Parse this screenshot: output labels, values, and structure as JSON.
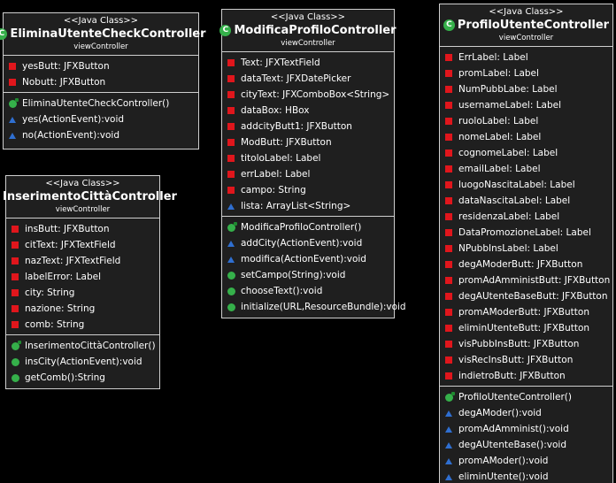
{
  "classes": [
    {
      "stereotype": "<<Java Class>>",
      "class_icon": "C",
      "name": "EliminaUtenteCheckController",
      "package": "viewController",
      "attributes": [
        {
          "text": "yesButt: JFXButton",
          "visibility": "private"
        },
        {
          "text": "Nobutt: JFXButton",
          "visibility": "private"
        }
      ],
      "operations": [
        {
          "text": "EliminaUtenteCheckController()",
          "visibility": "constructor"
        },
        {
          "text": "yes(ActionEvent):void",
          "visibility": "package"
        },
        {
          "text": "no(ActionEvent):void",
          "visibility": "package"
        }
      ]
    },
    {
      "stereotype": "<<Java Class>>",
      "class_icon": "C",
      "name": "InserimentoCittàController",
      "package": "viewController",
      "attributes": [
        {
          "text": "insButt: JFXButton",
          "visibility": "private"
        },
        {
          "text": "citText: JFXTextField",
          "visibility": "private"
        },
        {
          "text": "nazText: JFXTextField",
          "visibility": "private"
        },
        {
          "text": "labelError: Label",
          "visibility": "private"
        },
        {
          "text": "city: String",
          "visibility": "private"
        },
        {
          "text": "nazione: String",
          "visibility": "private"
        },
        {
          "text": "comb: String",
          "visibility": "private"
        }
      ],
      "operations": [
        {
          "text": "InserimentoCittàController()",
          "visibility": "constructor"
        },
        {
          "text": "insCity(ActionEvent):void",
          "visibility": "public"
        },
        {
          "text": "getComb():String",
          "visibility": "public"
        }
      ]
    },
    {
      "stereotype": "<<Java Class>>",
      "class_icon": "C",
      "name": "ModificaProfiloController",
      "package": "viewController",
      "attributes": [
        {
          "text": "Text: JFXTextField",
          "visibility": "private"
        },
        {
          "text": "dataText: JFXDatePicker",
          "visibility": "private"
        },
        {
          "text": "cityText: JFXComboBox<String>",
          "visibility": "private"
        },
        {
          "text": "dataBox: HBox",
          "visibility": "private"
        },
        {
          "text": "addcityButt1: JFXButton",
          "visibility": "private"
        },
        {
          "text": "ModButt: JFXButton",
          "visibility": "private"
        },
        {
          "text": "titoloLabel: Label",
          "visibility": "private"
        },
        {
          "text": "errLabel: Label",
          "visibility": "private"
        },
        {
          "text": "campo: String",
          "visibility": "private"
        },
        {
          "text": "lista: ArrayList<String>",
          "visibility": "package"
        }
      ],
      "operations": [
        {
          "text": "ModificaProfiloController()",
          "visibility": "constructor"
        },
        {
          "text": "addCity(ActionEvent):void",
          "visibility": "package"
        },
        {
          "text": "modifica(ActionEvent):void",
          "visibility": "package"
        },
        {
          "text": "setCampo(String):void",
          "visibility": "public"
        },
        {
          "text": "chooseText():void",
          "visibility": "public"
        },
        {
          "text": "initialize(URL,ResourceBundle):void",
          "visibility": "public"
        }
      ]
    },
    {
      "stereotype": "<<Java Class>>",
      "class_icon": "C",
      "name": "ProfiloUtenteController",
      "package": "viewController",
      "attributes": [
        {
          "text": "ErrLabel: Label",
          "visibility": "private"
        },
        {
          "text": "promLabel: Label",
          "visibility": "private"
        },
        {
          "text": "NumPubbLabe: Label",
          "visibility": "private"
        },
        {
          "text": "usernameLabel: Label",
          "visibility": "private"
        },
        {
          "text": "ruoloLabel: Label",
          "visibility": "private"
        },
        {
          "text": "nomeLabel: Label",
          "visibility": "private"
        },
        {
          "text": "cognomeLabel: Label",
          "visibility": "private"
        },
        {
          "text": "emailLabel: Label",
          "visibility": "private"
        },
        {
          "text": "luogoNascitaLabel: Label",
          "visibility": "private"
        },
        {
          "text": "dataNascitaLabel: Label",
          "visibility": "private"
        },
        {
          "text": "residenzaLabel: Label",
          "visibility": "private"
        },
        {
          "text": "DataPromozioneLabel: Label",
          "visibility": "private"
        },
        {
          "text": "NPubbInsLabel: Label",
          "visibility": "private"
        },
        {
          "text": "degAModerButt: JFXButton",
          "visibility": "private"
        },
        {
          "text": "promAdAmministButt: JFXButton",
          "visibility": "private"
        },
        {
          "text": "degAUtenteBaseButt: JFXButton",
          "visibility": "private"
        },
        {
          "text": "promAModerButt: JFXButton",
          "visibility": "private"
        },
        {
          "text": "eliminUtenteButt: JFXButton",
          "visibility": "private"
        },
        {
          "text": "visPubbInsButt: JFXButton",
          "visibility": "private"
        },
        {
          "text": "visRecInsButt: JFXButton",
          "visibility": "private"
        },
        {
          "text": "indietroButt: JFXButton",
          "visibility": "private"
        }
      ],
      "operations": [
        {
          "text": "ProfiloUtenteController()",
          "visibility": "constructor"
        },
        {
          "text": "degAModer():void",
          "visibility": "package"
        },
        {
          "text": "promAdAmminist():void",
          "visibility": "package"
        },
        {
          "text": "degAUtenteBase():void",
          "visibility": "package"
        },
        {
          "text": "promAModer():void",
          "visibility": "package"
        },
        {
          "text": "eliminUtente():void",
          "visibility": "package"
        }
      ]
    }
  ]
}
